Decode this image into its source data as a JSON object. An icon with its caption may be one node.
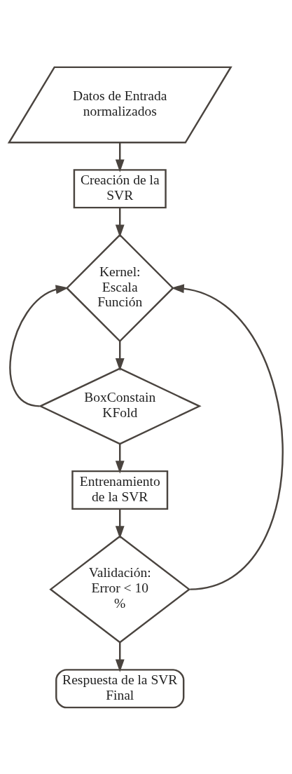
{
  "diagram": {
    "nodes": [
      {
        "text": [
          "Datos de Entrada normalizados"
        ]
      },
      {
        "text": [
          "Creación de la SVR"
        ]
      },
      {
        "text": [
          "Kernel: Escala Función"
        ]
      },
      {
        "text": [
          "BoxConstain KFold"
        ]
      },
      {
        "text": [
          "Entrenamiento de la SVR"
        ]
      },
      {
        "text": [
          "Validación: Error < 10 %"
        ]
      },
      {
        "text": [
          "Respuesta de la SVR Final"
        ]
      }
    ],
    "edges": [
      {
        "from": 0,
        "to": 1,
        "arrow": "to"
      },
      {
        "from": 1,
        "to": 2,
        "arrow": "to"
      },
      {
        "from": 2,
        "to": 3,
        "arrow": "to"
      },
      {
        "from": 3,
        "to": 2,
        "arrow": "to"
      },
      {
        "from": 3,
        "to": 4,
        "arrow": "to"
      },
      {
        "from": 4,
        "to": 5,
        "arrow": "to"
      },
      {
        "from": 5,
        "to": 2,
        "arrow": "to"
      },
      {
        "from": 5,
        "to": 6,
        "arrow": "to"
      }
    ]
  }
}
